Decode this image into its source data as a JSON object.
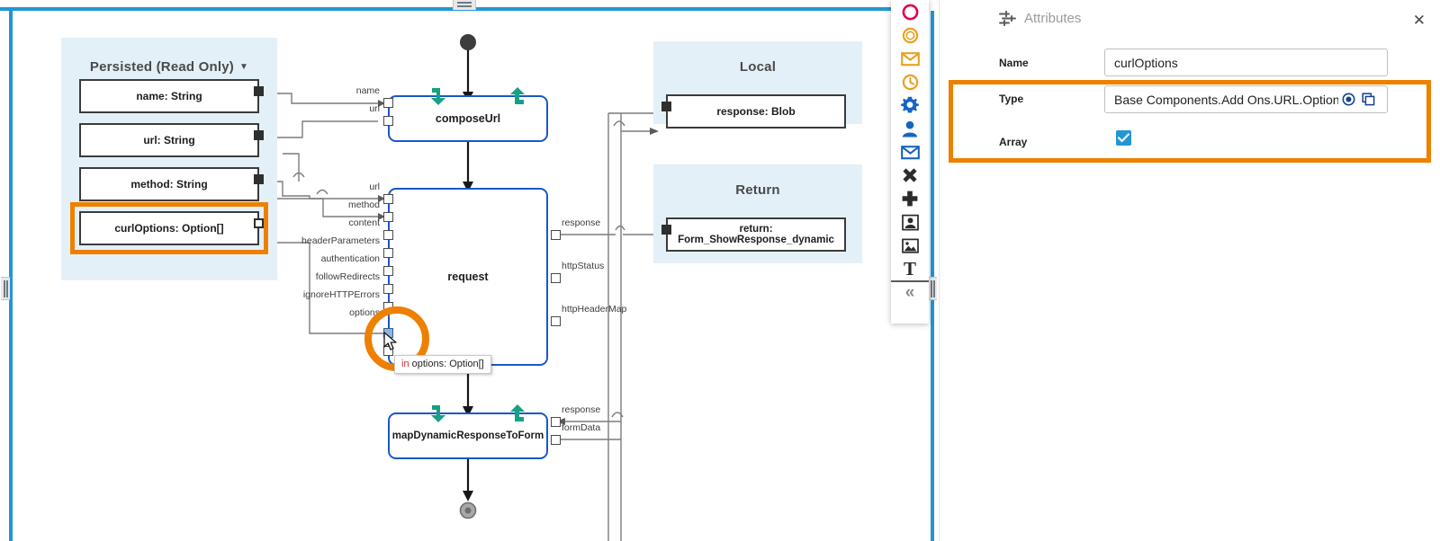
{
  "window": {
    "splitter_top_name": "horizontal-splitter",
    "splitter_left_name": "vertical-splitter-left",
    "splitter_right_name": "vertical-splitter-right"
  },
  "canvas": {
    "lanes": [
      {
        "id": "persisted",
        "title": "Persisted (Read Only)",
        "caret": "▼",
        "has_caret": true
      },
      {
        "id": "local",
        "title": "Local",
        "caret": "",
        "has_caret": false
      },
      {
        "id": "return",
        "title": "Return",
        "caret": "",
        "has_caret": false
      }
    ],
    "persisted_vars": [
      {
        "label": "name: String"
      },
      {
        "label": "url: String"
      },
      {
        "label": "method: String"
      },
      {
        "label": "curlOptions: Option[]"
      }
    ],
    "local_vars": [
      {
        "label": "response: Blob"
      }
    ],
    "return_vars": [
      {
        "label": "return: Form_ShowResponse_dynamic"
      }
    ],
    "nodes": [
      {
        "id": "composeUrl",
        "label": "composeUrl",
        "inputs": [
          "name",
          "url"
        ],
        "outputs": []
      },
      {
        "id": "request",
        "label": "request",
        "inputs": [
          "url",
          "method",
          "content",
          "headerParameters",
          "authentication",
          "followRedirects",
          "ignoreHTTPErrors",
          "options"
        ],
        "outputs": [
          "response",
          "httpStatus",
          "httpHeaderMap"
        ]
      },
      {
        "id": "mapDynamicResponseToForm",
        "label": "mapDynamicResponseToForm",
        "inputs": [],
        "outputs": [
          "response",
          "formData"
        ]
      }
    ],
    "tooltip": {
      "keyword": "in",
      "text": "options: Option[]"
    },
    "highlight_color": "#ee8000",
    "node_border_color": "#1858c8",
    "lane_bg_color": "#e4f0f8",
    "flow_icon_color": "#16a085"
  },
  "toolbar": {
    "name": "palette-toolbar",
    "items": [
      {
        "name": "circle-red-icon",
        "label": "Circle (red)",
        "color": "#e0004d"
      },
      {
        "name": "circle-orange-icon",
        "label": "Circle (orange)",
        "color": "#e8a020"
      },
      {
        "name": "envelope-orange-icon",
        "label": "Envelope (orange)",
        "color": "#e8a020"
      },
      {
        "name": "clock-orange-icon",
        "label": "Clock (orange)",
        "color": "#e8a020"
      },
      {
        "name": "gear-icon",
        "label": "Gear",
        "color": "#1565c0"
      },
      {
        "name": "user-icon",
        "label": "User",
        "color": "#1565c0"
      },
      {
        "name": "envelope-blue-icon",
        "label": "Envelope (blue)",
        "color": "#1565c0"
      },
      {
        "name": "close-cross-icon",
        "label": "Cross",
        "color": "#2b2b2b"
      },
      {
        "name": "plus-icon",
        "label": "Plus",
        "color": "#2b2b2b"
      },
      {
        "name": "user-image-icon",
        "label": "User image",
        "color": "#2b2b2b"
      },
      {
        "name": "picture-icon",
        "label": "Picture",
        "color": "#2b2b2b"
      },
      {
        "name": "text-icon",
        "label": "T",
        "color": "#2b2b2b"
      },
      {
        "name": "collapse-left-icon",
        "label": "«",
        "color": "#8a8a8a"
      }
    ]
  },
  "attributes": {
    "panel_title": "Attributes",
    "close_label": "✕",
    "rows": [
      {
        "label": "Name",
        "value": "curlOptions",
        "type": "text",
        "highlighted": false
      },
      {
        "label": "Type",
        "value": "Base Components.Add Ons.URL.Option",
        "type": "text-with-buttons",
        "highlighted": true
      },
      {
        "label": "Array",
        "value": "",
        "type": "checkbox",
        "checked": true,
        "highlighted": true
      }
    ],
    "type_buttons": [
      {
        "name": "select-type-icon",
        "label": "Select type"
      },
      {
        "name": "copy-type-icon",
        "label": "Copy"
      }
    ],
    "highlight_color": "#ee8000",
    "accent_color": "#2196d4"
  }
}
